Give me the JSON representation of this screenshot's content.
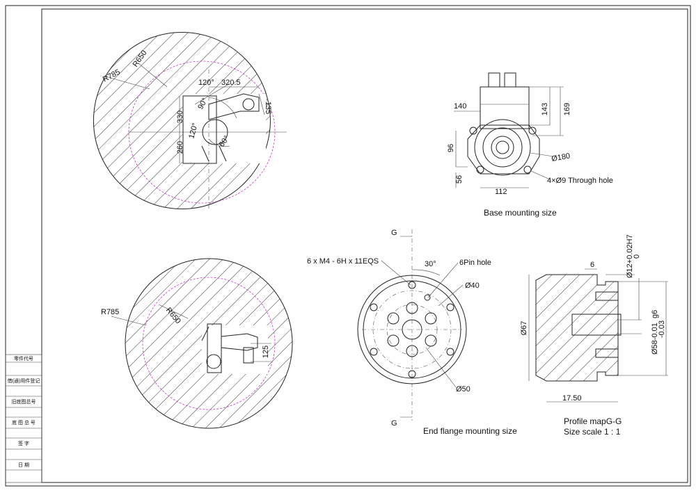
{
  "top_view": {
    "r_outer": "R785",
    "r_inner": "R650",
    "angle_top": "120°",
    "dim_320": "320.5",
    "dim_135": "135",
    "dim_90": "90°",
    "dim_330": "330",
    "angle_mid": "120°",
    "dim_260": "260",
    "angle_60": "60°"
  },
  "side_view": {
    "r_outer": "R785",
    "r_inner": "R650",
    "dim_125": "125"
  },
  "base": {
    "caption": "Base mounting size",
    "dim_140": "140",
    "dim_143": "143",
    "dim_169": "169",
    "dim_96": "96",
    "dim_180": "Ø180",
    "dim_holes": "4×Ø9 Through hole",
    "dim_56": "56",
    "dim_112": "112"
  },
  "flange": {
    "caption": "End flange mounting size",
    "section_top": "G",
    "section_bottom": "G",
    "thread_note": "6 x  M4 - 6H x 11EQS",
    "angle": "30°",
    "pin_hole": "6Pin hole",
    "dia_40": "Ø40",
    "dia_50": "Ø50"
  },
  "profile": {
    "caption_line1": "Profile mapG-G",
    "caption_line2": "Size scale 1 : 1",
    "dim_6": "6",
    "dim_12": "Ø12+0.02H7",
    "dim_12_low": "0",
    "dim_67": "Ø67",
    "dim_58": "Ø58-0.01",
    "dim_58_low": "-0.03",
    "dim_58_g": "g6",
    "dim_1750": "17.50"
  },
  "title_block": {
    "rows": [
      "零件代号",
      "借(通)用件登记",
      "旧底图总号",
      "底 图 总 号",
      "签    字",
      "日    期"
    ]
  }
}
